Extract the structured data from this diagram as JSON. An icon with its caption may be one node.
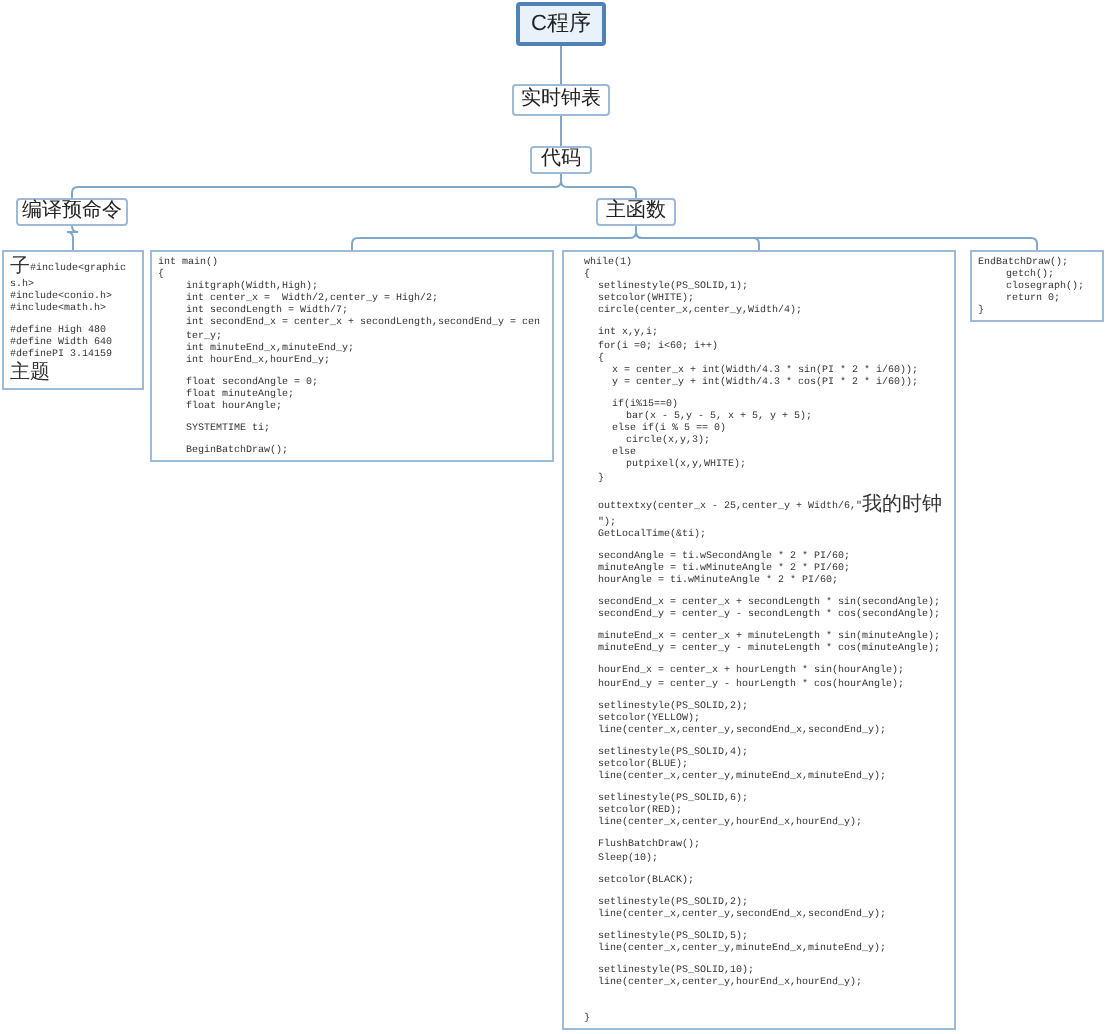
{
  "diagram": {
    "nodes": [
      {
        "text": [
          "C程序"
        ]
      },
      {
        "text": [
          "实时钟表"
        ]
      },
      {
        "text": [
          "代码"
        ]
      },
      {
        "text": [
          "编译预命令"
        ]
      },
      {
        "text": [
          "主函数"
        ]
      },
      {
        "text": [
          "子#include<graphics.h>",
          "#include<conio.h>",
          "#include<math.h>",
          "#define High 480",
          "#define Width 640",
          "#definePI 3.14159主题"
        ]
      },
      {
        "text": [
          "int main()",
          "{",
          "initgraph(Width,High);",
          "int center_x =  Width/2,center_y = High/2;",
          "int secondLength = Width/7;",
          "int secondEnd_x = center_x + secondLength,secondEnd_y = center_y;",
          "int minuteEnd_x,minuteEnd_y;",
          "int hourEnd_x,hourEnd_y;",
          "float secondAngle = 0;",
          "float minuteAngle;",
          "float hourAngle;",
          "SYSTEMTIME ti;",
          "BeginBatchDraw();"
        ]
      },
      {
        "text": [
          "while(1)",
          "{",
          "setlinestyle(PS_SOLID,1);",
          "setcolor(WHITE);",
          "circle(center_x,center_y,Width/4);",
          "int x,y,i;",
          "for(i =0; i<60; i++)",
          "{",
          "x = center_x + int(Width/4.3 * sin(PI * 2 * i/60));",
          "y = center_y + int(Width/4.3 * cos(PI * 2 * i/60));",
          "if(i%15==0)",
          "bar(x - 5,y - 5, x + 5, y + 5);",
          "else if(i % 5 == 0)",
          "circle(x,y,3);",
          "else",
          "putpixel(x,y,WHITE);",
          "}",
          "outtextxy(center_x - 25,center_y + Width/6,\"我的时钟\");",
          "GetLocalTime(&ti);",
          "secondAngle = ti.wSecondAngle * 2 * PI/60;",
          "minuteAngle = ti.wMinuteAngle * 2 * PI/60;",
          "hourAngle = ti.wMinuteAngle * 2 * PI/60;",
          "secondEnd_x = center_x + secondLength * sin(secondAngle);",
          "secondEnd_y = center_y - secondLength * cos(secondAngle);",
          "minuteEnd_x = center_x + minuteLength * sin(minuteAngle);",
          "minuteEnd_y = center_y - minuteLength * cos(minuteAngle);",
          "hourEnd_x = center_x + hourLength * sin(hourAngle);",
          "hourEnd_y = center_y - hourLength * cos(hourAngle);",
          "setlinestyle(PS_SOLID,2);",
          "setcolor(YELLOW);",
          "line(center_x,center_y,secondEnd_x,secondEnd_y);",
          "setlinestyle(PS_SOLID,4);",
          "setcolor(BLUE);",
          "line(center_x,center_y,minuteEnd_x,minuteEnd_y);",
          "setlinestyle(PS_SOLID,6);",
          "setcolor(RED);",
          "line(center_x,center_y,hourEnd_x,hourEnd_y);",
          "FlushBatchDraw();",
          "Sleep(10);",
          "setcolor(BLACK);",
          "setlinestyle(PS_SOLID,2);",
          "line(center_x,center_y,secondEnd_x,secondEnd_y);",
          "setlinestyle(PS_SOLID,5);",
          "line(center_x,center_y,minuteEnd_x,minuteEnd_y);",
          "setlinestyle(PS_SOLID,10);",
          "line(center_x,center_y,hourEnd_x,hourEnd_y);",
          "}"
        ]
      },
      {
        "text": [
          "EndBatchDraw();",
          "getch();",
          "closegraph();",
          "return 0;",
          "}"
        ]
      }
    ],
    "edges": [
      {
        "from": 0,
        "to": 1,
        "arrow": "none"
      },
      {
        "from": 1,
        "to": 2,
        "arrow": "none"
      },
      {
        "from": 2,
        "to": 3,
        "arrow": "none"
      },
      {
        "from": 2,
        "to": 4,
        "arrow": "none"
      },
      {
        "from": 3,
        "to": 5,
        "arrow": "none"
      },
      {
        "from": 4,
        "to": 6,
        "arrow": "none"
      },
      {
        "from": 4,
        "to": 7,
        "arrow": "none"
      },
      {
        "from": 4,
        "to": 8,
        "arrow": "none"
      }
    ]
  }
}
